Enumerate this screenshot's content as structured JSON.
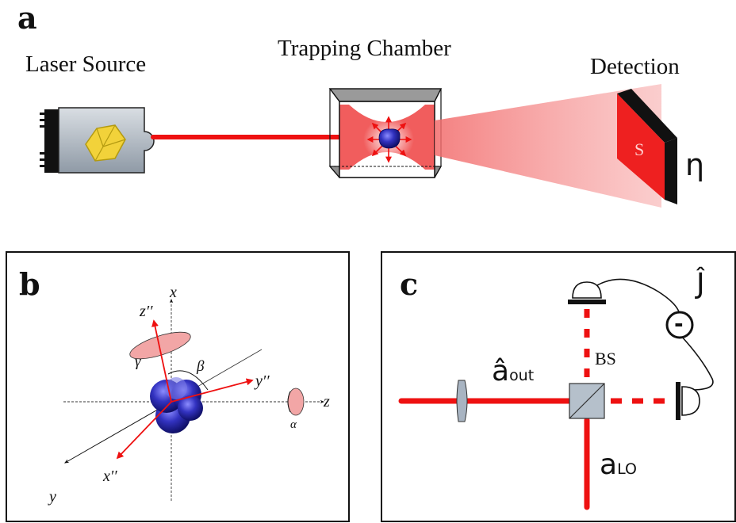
{
  "panel_a": {
    "letter": "a",
    "laser_title": "Laser Source",
    "chamber_title": "Trapping Chamber",
    "detection_title": "Detection",
    "detector_label": "S",
    "efficiency_label": "η"
  },
  "panel_b": {
    "letter": "b",
    "axis_x": "x",
    "axis_y": "y",
    "axis_z": "z",
    "axis_x2": "x′′",
    "axis_y2": "y′′",
    "axis_z2": "z′′",
    "angle_alpha": "α",
    "angle_beta": "β",
    "angle_gamma": "γ"
  },
  "panel_c": {
    "letter": "c",
    "beamsplitter_label": "BS",
    "output_mode": "â",
    "output_sub": "out",
    "lo_mode": "a",
    "lo_sub": "LO",
    "current_label": "Ĵ",
    "subtract_symbol": "-"
  },
  "colors": {
    "beam": "#ee1111",
    "beam_cone": "#f8a0a0",
    "particle": "#2a2aa8",
    "chamber_gray": "#8c8c8c",
    "detector_red": "#ee2020",
    "rotation_ring": "#f2a6a6"
  }
}
